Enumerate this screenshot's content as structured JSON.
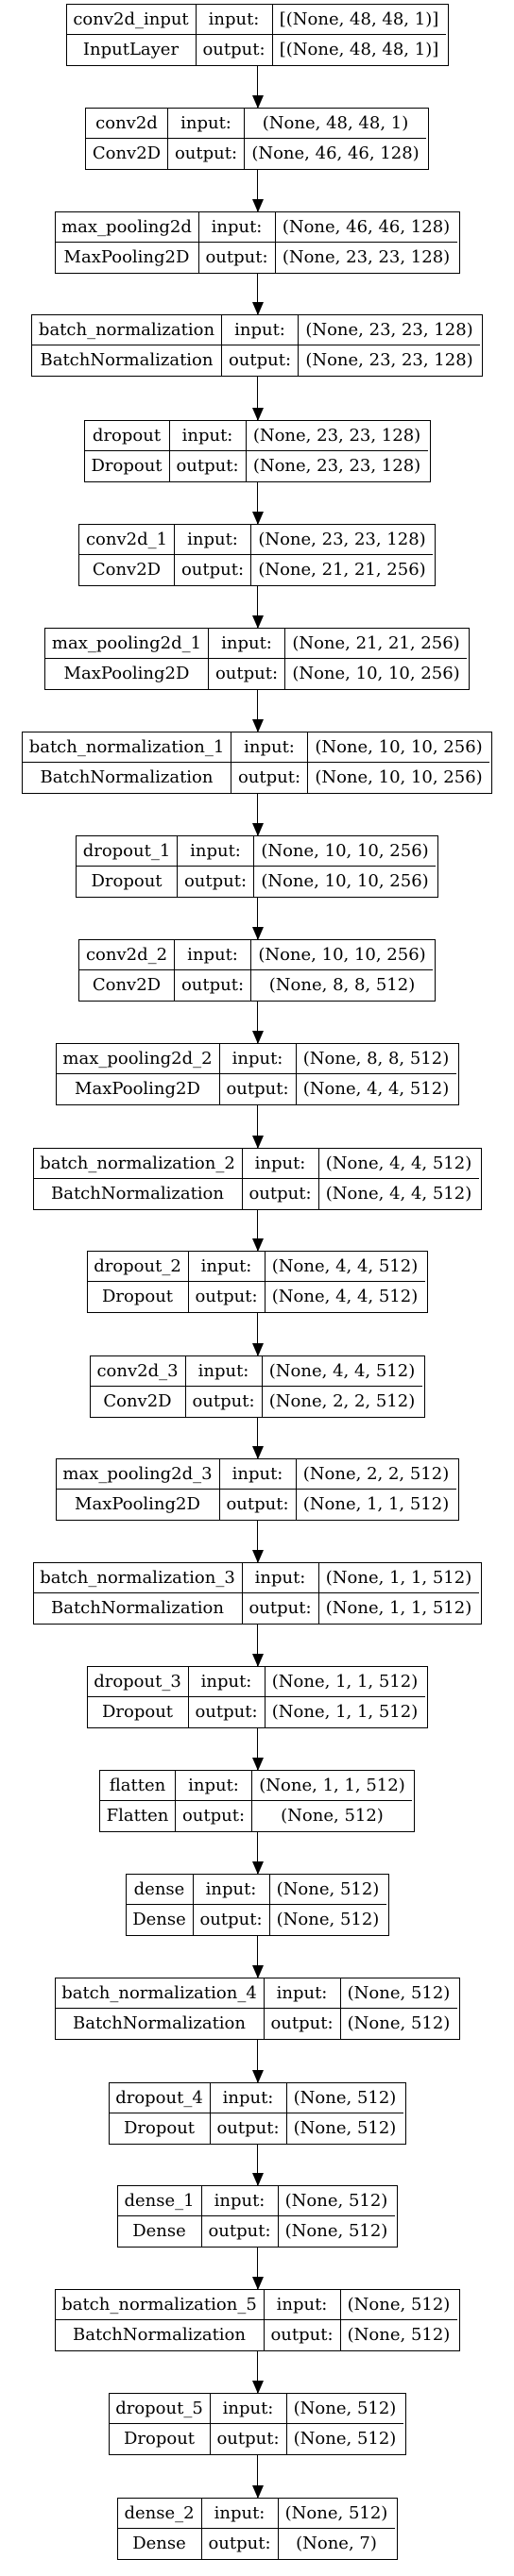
{
  "labels": {
    "input": "input:",
    "output": "output:"
  },
  "layers": [
    {
      "id": "conv2d_input",
      "name": "conv2d_input",
      "type": "InputLayer",
      "input": "[(None, 48, 48, 1)]",
      "output": "[(None, 48, 48, 1)]"
    },
    {
      "id": "conv2d",
      "name": "conv2d",
      "type": "Conv2D",
      "input": "(None, 48, 48, 1)",
      "output": "(None, 46, 46, 128)"
    },
    {
      "id": "max_pooling2d",
      "name": "max_pooling2d",
      "type": "MaxPooling2D",
      "input": "(None, 46, 46, 128)",
      "output": "(None, 23, 23, 128)"
    },
    {
      "id": "batch_normalization",
      "name": "batch_normalization",
      "type": "BatchNormalization",
      "input": "(None, 23, 23, 128)",
      "output": "(None, 23, 23, 128)"
    },
    {
      "id": "dropout",
      "name": "dropout",
      "type": "Dropout",
      "input": "(None, 23, 23, 128)",
      "output": "(None, 23, 23, 128)"
    },
    {
      "id": "conv2d_1",
      "name": "conv2d_1",
      "type": "Conv2D",
      "input": "(None, 23, 23, 128)",
      "output": "(None, 21, 21, 256)"
    },
    {
      "id": "max_pooling2d_1",
      "name": "max_pooling2d_1",
      "type": "MaxPooling2D",
      "input": "(None, 21, 21, 256)",
      "output": "(None, 10, 10, 256)"
    },
    {
      "id": "batch_normalization_1",
      "name": "batch_normalization_1",
      "type": "BatchNormalization",
      "input": "(None, 10, 10, 256)",
      "output": "(None, 10, 10, 256)"
    },
    {
      "id": "dropout_1",
      "name": "dropout_1",
      "type": "Dropout",
      "input": "(None, 10, 10, 256)",
      "output": "(None, 10, 10, 256)"
    },
    {
      "id": "conv2d_2",
      "name": "conv2d_2",
      "type": "Conv2D",
      "input": "(None, 10, 10, 256)",
      "output": "(None, 8, 8, 512)"
    },
    {
      "id": "max_pooling2d_2",
      "name": "max_pooling2d_2",
      "type": "MaxPooling2D",
      "input": "(None, 8, 8, 512)",
      "output": "(None, 4, 4, 512)"
    },
    {
      "id": "batch_normalization_2",
      "name": "batch_normalization_2",
      "type": "BatchNormalization",
      "input": "(None, 4, 4, 512)",
      "output": "(None, 4, 4, 512)"
    },
    {
      "id": "dropout_2",
      "name": "dropout_2",
      "type": "Dropout",
      "input": "(None, 4, 4, 512)",
      "output": "(None, 4, 4, 512)"
    },
    {
      "id": "conv2d_3",
      "name": "conv2d_3",
      "type": "Conv2D",
      "input": "(None, 4, 4, 512)",
      "output": "(None, 2, 2, 512)"
    },
    {
      "id": "max_pooling2d_3",
      "name": "max_pooling2d_3",
      "type": "MaxPooling2D",
      "input": "(None, 2, 2, 512)",
      "output": "(None, 1, 1, 512)"
    },
    {
      "id": "batch_normalization_3",
      "name": "batch_normalization_3",
      "type": "BatchNormalization",
      "input": "(None, 1, 1, 512)",
      "output": "(None, 1, 1, 512)"
    },
    {
      "id": "dropout_3",
      "name": "dropout_3",
      "type": "Dropout",
      "input": "(None, 1, 1, 512)",
      "output": "(None, 1, 1, 512)"
    },
    {
      "id": "flatten",
      "name": "flatten",
      "type": "Flatten",
      "input": "(None, 1, 1, 512)",
      "output": "(None, 512)"
    },
    {
      "id": "dense",
      "name": "dense",
      "type": "Dense",
      "input": "(None, 512)",
      "output": "(None, 512)"
    },
    {
      "id": "batch_normalization_4",
      "name": "batch_normalization_4",
      "type": "BatchNormalization",
      "input": "(None, 512)",
      "output": "(None, 512)"
    },
    {
      "id": "dropout_4",
      "name": "dropout_4",
      "type": "Dropout",
      "input": "(None, 512)",
      "output": "(None, 512)"
    },
    {
      "id": "dense_1",
      "name": "dense_1",
      "type": "Dense",
      "input": "(None, 512)",
      "output": "(None, 512)"
    },
    {
      "id": "batch_normalization_5",
      "name": "batch_normalization_5",
      "type": "BatchNormalization",
      "input": "(None, 512)",
      "output": "(None, 512)"
    },
    {
      "id": "dropout_5",
      "name": "dropout_5",
      "type": "Dropout",
      "input": "(None, 512)",
      "output": "(None, 512)"
    },
    {
      "id": "dense_2",
      "name": "dense_2",
      "type": "Dense",
      "input": "(None, 512)",
      "output": "(None, 7)"
    }
  ]
}
